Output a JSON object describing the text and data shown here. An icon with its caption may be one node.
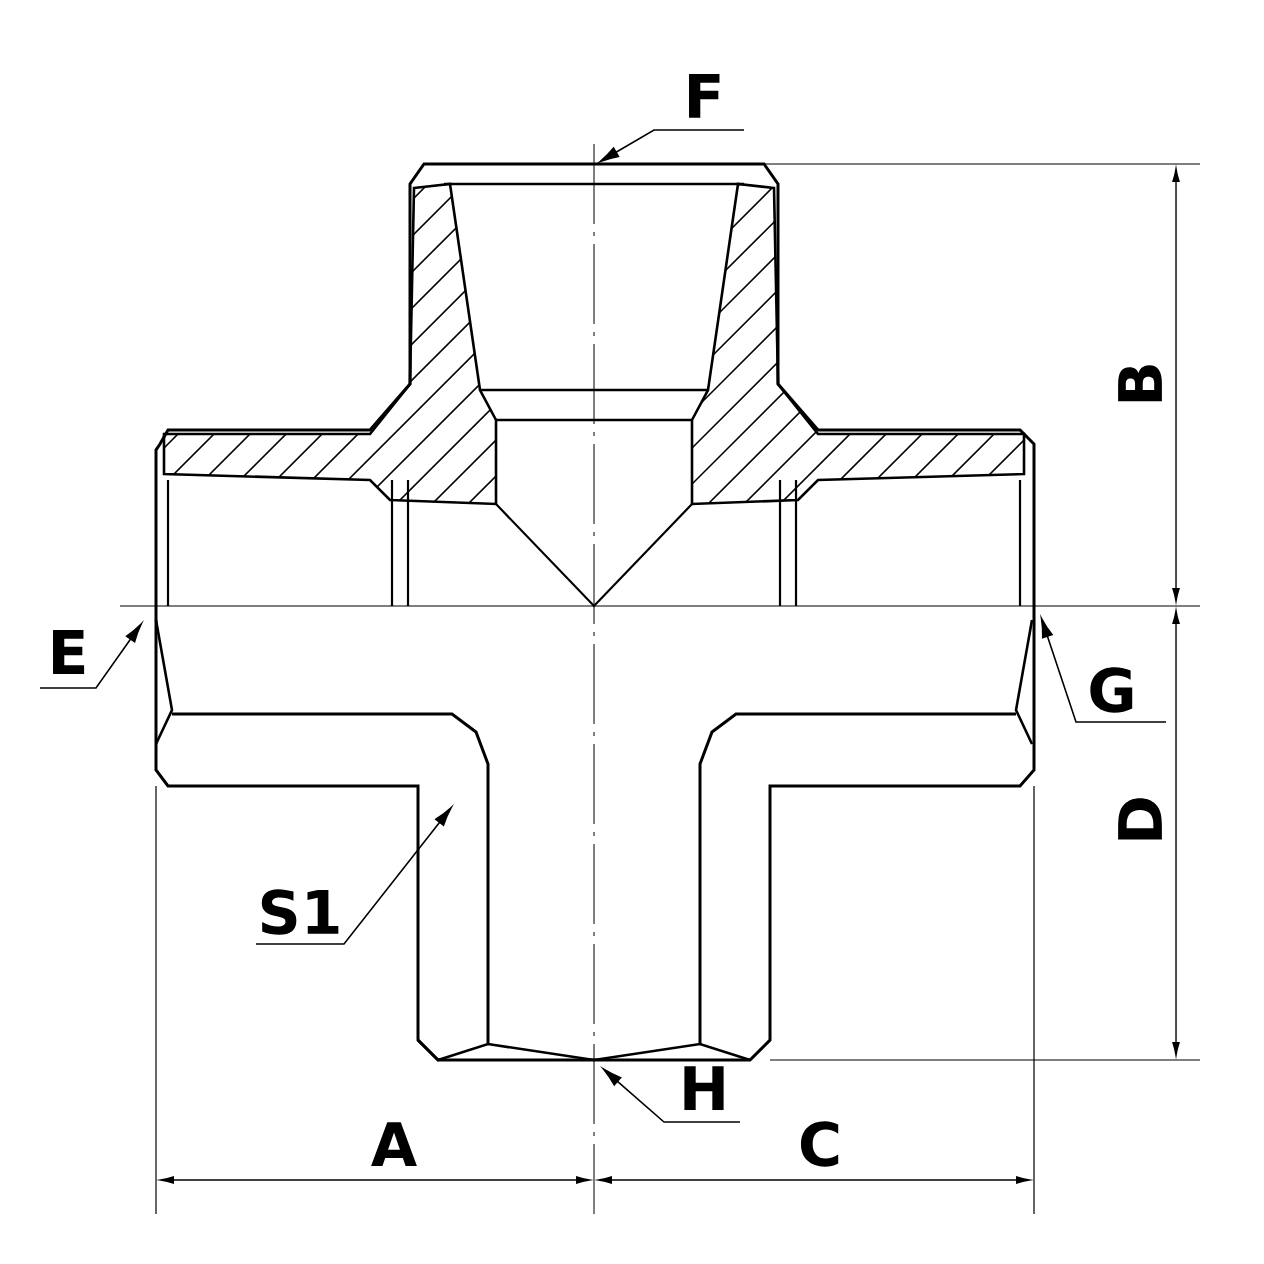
{
  "diagram": {
    "nodes": [
      {
        "text": [
          "F"
        ]
      },
      {
        "text": [
          "E"
        ]
      },
      {
        "text": [
          "G"
        ]
      },
      {
        "text": [
          "S1"
        ]
      },
      {
        "text": [
          "H"
        ]
      }
    ],
    "edges": [
      {
        "from": 0,
        "to": null,
        "arrow": "to"
      },
      {
        "from": 1,
        "to": null,
        "arrow": "to"
      },
      {
        "from": 2,
        "to": null,
        "arrow": "to"
      },
      {
        "from": 3,
        "to": null,
        "arrow": "to"
      },
      {
        "from": 4,
        "to": null,
        "arrow": "to"
      }
    ],
    "labels": [
      "B",
      "D",
      "A",
      "C"
    ]
  }
}
